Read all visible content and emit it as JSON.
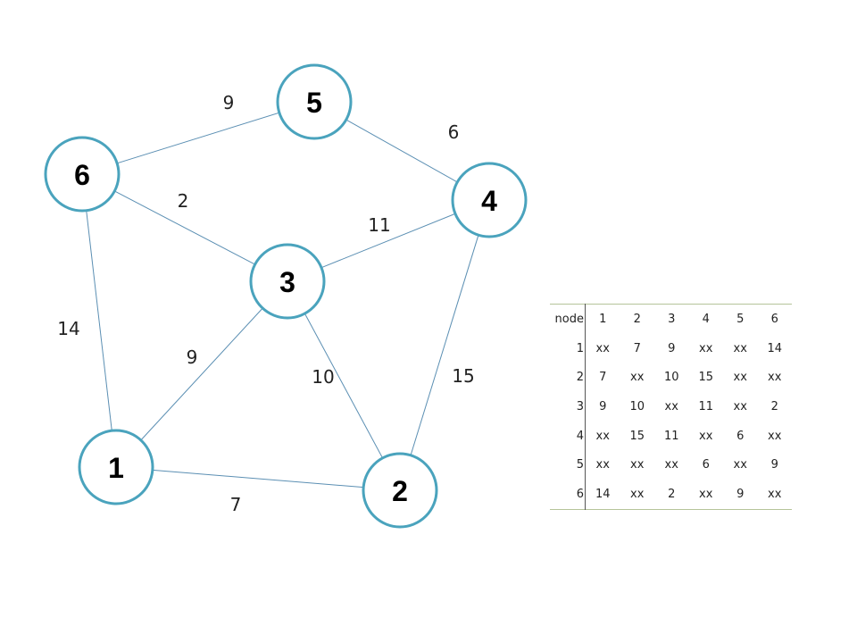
{
  "graph": {
    "nodes": [
      {
        "id": "1",
        "label": "1"
      },
      {
        "id": "2",
        "label": "2"
      },
      {
        "id": "3",
        "label": "3"
      },
      {
        "id": "4",
        "label": "4"
      },
      {
        "id": "5",
        "label": "5"
      },
      {
        "id": "6",
        "label": "6"
      }
    ],
    "edges": [
      {
        "from": "6",
        "to": "5",
        "weight": "9"
      },
      {
        "from": "5",
        "to": "4",
        "weight": "6"
      },
      {
        "from": "6",
        "to": "3",
        "weight": "2"
      },
      {
        "from": "3",
        "to": "4",
        "weight": "11"
      },
      {
        "from": "6",
        "to": "1",
        "weight": "14"
      },
      {
        "from": "1",
        "to": "3",
        "weight": "9"
      },
      {
        "from": "3",
        "to": "2",
        "weight": "10"
      },
      {
        "from": "4",
        "to": "2",
        "weight": "15"
      },
      {
        "from": "1",
        "to": "2",
        "weight": "7"
      }
    ],
    "colors": {
      "node_stroke": "#4aa3bd",
      "edge": "#5b8fb3"
    }
  },
  "table": {
    "corner": "node",
    "columns": [
      "1",
      "2",
      "3",
      "4",
      "5",
      "6"
    ],
    "rows": [
      {
        "node": "1",
        "cells": [
          "xx",
          "7",
          "9",
          "xx",
          "xx",
          "14"
        ]
      },
      {
        "node": "2",
        "cells": [
          "7",
          "xx",
          "10",
          "15",
          "xx",
          "xx"
        ]
      },
      {
        "node": "3",
        "cells": [
          "9",
          "10",
          "xx",
          "11",
          "xx",
          "2"
        ]
      },
      {
        "node": "4",
        "cells": [
          "xx",
          "15",
          "11",
          "xx",
          "6",
          "xx"
        ]
      },
      {
        "node": "5",
        "cells": [
          "xx",
          "xx",
          "xx",
          "6",
          "xx",
          "9"
        ]
      },
      {
        "node": "6",
        "cells": [
          "14",
          "xx",
          "2",
          "xx",
          "9",
          "xx"
        ]
      }
    ],
    "colors": {
      "rule": "#b5c49a",
      "divider": "#555555"
    }
  }
}
